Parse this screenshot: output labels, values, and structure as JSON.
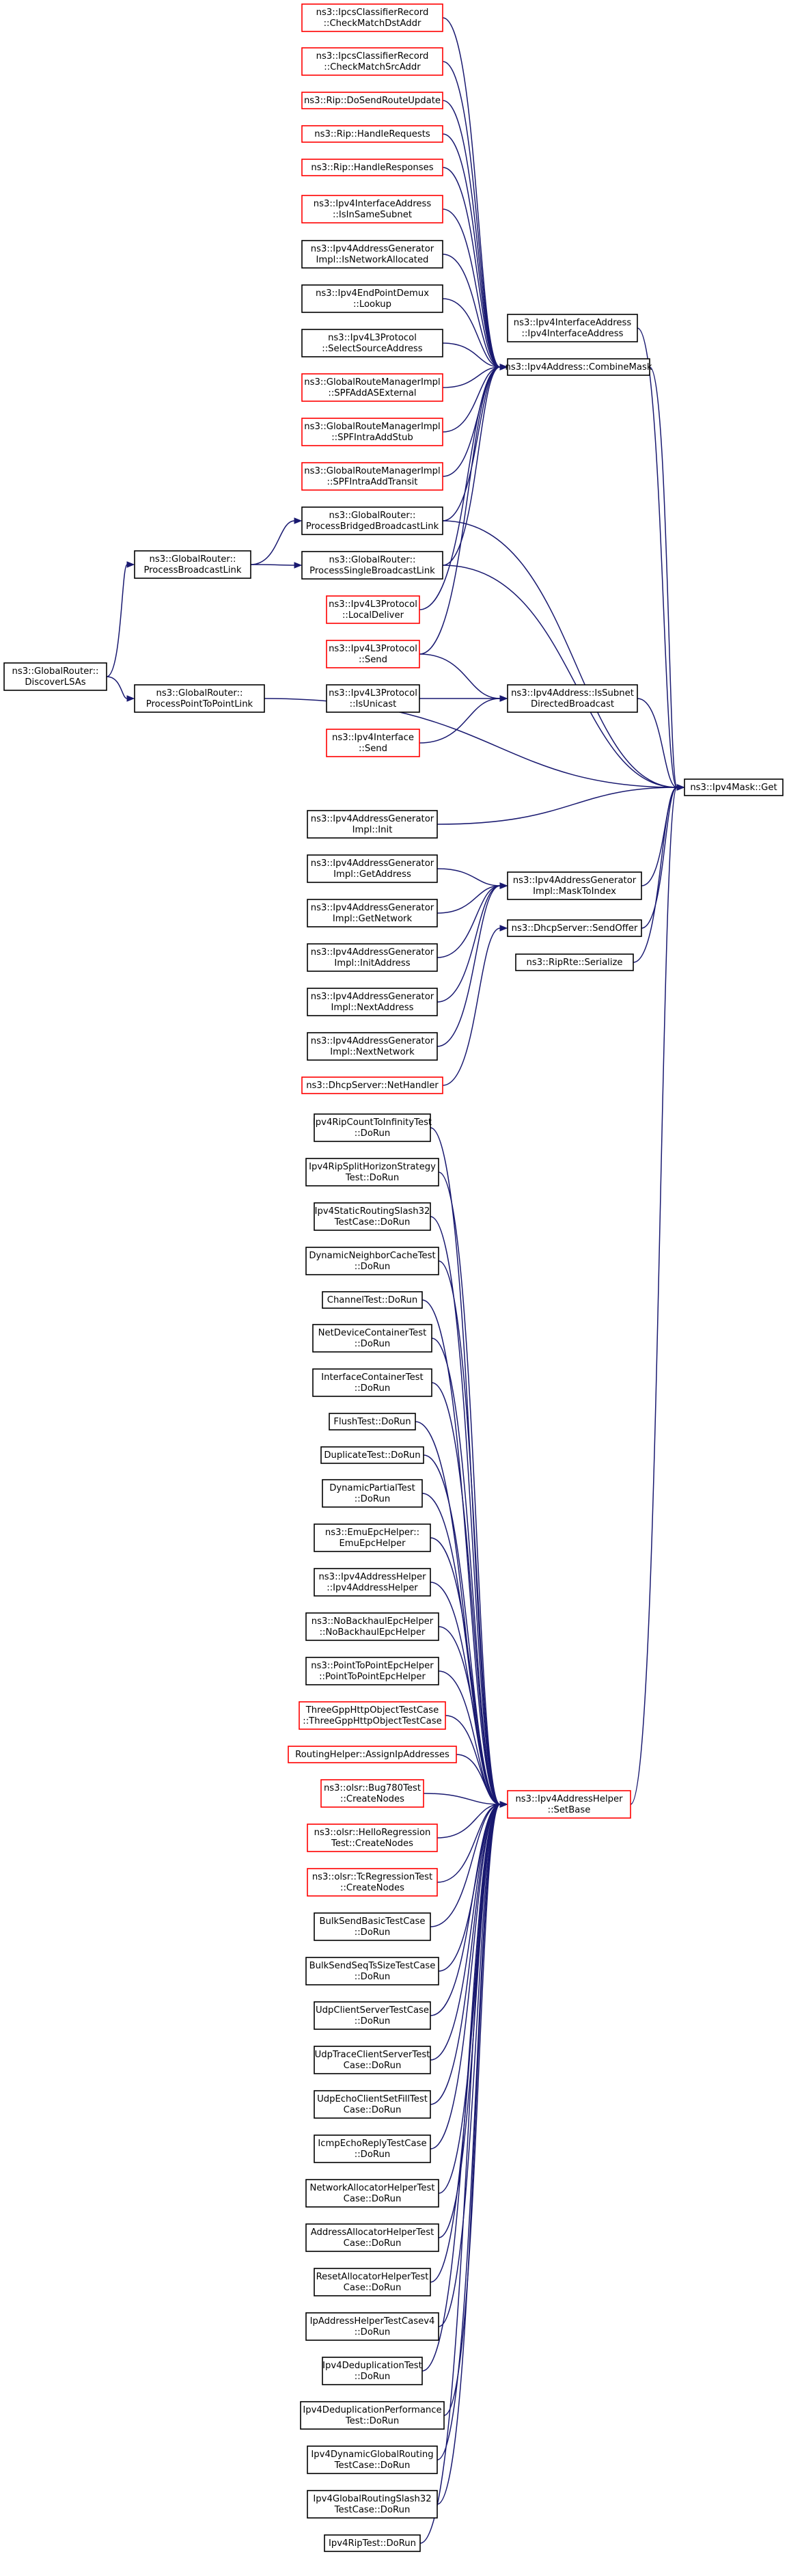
{
  "colors": {
    "edge": "#191970",
    "border_documented": "#000000",
    "border_undocumented": "#ff0000",
    "focus_fill": "#bfbfbf",
    "background": "#ffffff"
  },
  "nodes": [
    {
      "id": "n0",
      "lines": [
        "ns3::Ipv4Mask::Get"
      ],
      "style": "focus"
    },
    {
      "id": "n1",
      "lines": [
        "ns3::Ipv4InterfaceAddress",
        "::Ipv4InterfaceAddress"
      ],
      "style": "black"
    },
    {
      "id": "n2",
      "lines": [
        "ns3::Ipv4Address::CombineMask"
      ],
      "style": "black"
    },
    {
      "id": "n3",
      "lines": [
        "ns3::IpcsClassifierRecord",
        "::CheckMatchDstAddr"
      ],
      "style": "red"
    },
    {
      "id": "n4",
      "lines": [
        "ns3::IpcsClassifierRecord",
        "::CheckMatchSrcAddr"
      ],
      "style": "red"
    },
    {
      "id": "n5",
      "lines": [
        "ns3::Rip::DoSendRouteUpdate"
      ],
      "style": "red"
    },
    {
      "id": "n6",
      "lines": [
        "ns3::Rip::HandleRequests"
      ],
      "style": "red"
    },
    {
      "id": "n7",
      "lines": [
        "ns3::Rip::HandleResponses"
      ],
      "style": "red"
    },
    {
      "id": "n8",
      "lines": [
        "ns3::Ipv4InterfaceAddress",
        "::IsInSameSubnet"
      ],
      "style": "red"
    },
    {
      "id": "n9",
      "lines": [
        "ns3::Ipv4AddressGenerator",
        "Impl::IsNetworkAllocated"
      ],
      "style": "black"
    },
    {
      "id": "n10",
      "lines": [
        "ns3::Ipv4EndPointDemux",
        "::Lookup"
      ],
      "style": "black"
    },
    {
      "id": "n11",
      "lines": [
        "ns3::Ipv4L3Protocol",
        "::SelectSourceAddress"
      ],
      "style": "black"
    },
    {
      "id": "n12",
      "lines": [
        "ns3::GlobalRouteManagerImpl",
        "::SPFAddASExternal"
      ],
      "style": "red"
    },
    {
      "id": "n13",
      "lines": [
        "ns3::GlobalRouteManagerImpl",
        "::SPFIntraAddStub"
      ],
      "style": "red"
    },
    {
      "id": "n14",
      "lines": [
        "ns3::GlobalRouteManagerImpl",
        "::SPFIntraAddTransit"
      ],
      "style": "red"
    },
    {
      "id": "n15",
      "lines": [
        "ns3::GlobalRouter::",
        "ProcessBridgedBroadcastLink"
      ],
      "style": "black"
    },
    {
      "id": "n16",
      "lines": [
        "ns3::GlobalRouter::",
        "ProcessBroadcastLink"
      ],
      "style": "black"
    },
    {
      "id": "n17",
      "lines": [
        "ns3::GlobalRouter::",
        "DiscoverLSAs"
      ],
      "style": "black"
    },
    {
      "id": "n18",
      "lines": [
        "ns3::GlobalRouter::",
        "ProcessSingleBroadcastLink"
      ],
      "style": "black"
    },
    {
      "id": "n19",
      "lines": [
        "ns3::Ipv4L3Protocol",
        "::LocalDeliver"
      ],
      "style": "red"
    },
    {
      "id": "n20",
      "lines": [
        "ns3::Ipv4L3Protocol",
        "::Send"
      ],
      "style": "red"
    },
    {
      "id": "n21",
      "lines": [
        "ns3::Ipv4Address::IsSubnet",
        "DirectedBroadcast"
      ],
      "style": "black"
    },
    {
      "id": "n22",
      "lines": [
        "ns3::Ipv4L3Protocol",
        "::IsUnicast"
      ],
      "style": "black"
    },
    {
      "id": "n23",
      "lines": [
        "ns3::Ipv4Interface",
        "::Send"
      ],
      "style": "red"
    },
    {
      "id": "n24",
      "lines": [
        "ns3::GlobalRouter::",
        "ProcessPointToPointLink"
      ],
      "style": "black"
    },
    {
      "id": "n25",
      "lines": [
        "ns3::Ipv4AddressGenerator",
        "Impl::MaskToIndex"
      ],
      "style": "black"
    },
    {
      "id": "n26",
      "lines": [
        "ns3::Ipv4AddressGenerator",
        "Impl::Init"
      ],
      "style": "black"
    },
    {
      "id": "n27",
      "lines": [
        "ns3::Ipv4AddressGenerator",
        "Impl::GetAddress"
      ],
      "style": "black"
    },
    {
      "id": "n28",
      "lines": [
        "ns3::Ipv4AddressGenerator",
        "Impl::GetNetwork"
      ],
      "style": "black"
    },
    {
      "id": "n29",
      "lines": [
        "ns3::Ipv4AddressGenerator",
        "Impl::InitAddress"
      ],
      "style": "black"
    },
    {
      "id": "n30",
      "lines": [
        "ns3::Ipv4AddressGenerator",
        "Impl::NextAddress"
      ],
      "style": "black"
    },
    {
      "id": "n31",
      "lines": [
        "ns3::Ipv4AddressGenerator",
        "Impl::NextNetwork"
      ],
      "style": "black"
    },
    {
      "id": "n32",
      "lines": [
        "ns3::DhcpServer::SendOffer"
      ],
      "style": "black"
    },
    {
      "id": "n33",
      "lines": [
        "ns3::DhcpServer::NetHandler"
      ],
      "style": "red"
    },
    {
      "id": "n34",
      "lines": [
        "ns3::RipRte::Serialize"
      ],
      "style": "black"
    },
    {
      "id": "n35",
      "lines": [
        "ns3::Ipv4AddressHelper",
        "::SetBase"
      ],
      "style": "red"
    },
    {
      "id": "n36",
      "lines": [
        "Ipv4RipCountToInfinityTest",
        "::DoRun"
      ],
      "style": "black"
    },
    {
      "id": "n37",
      "lines": [
        "Ipv4RipSplitHorizonStrategy",
        "Test::DoRun"
      ],
      "style": "black"
    },
    {
      "id": "n38",
      "lines": [
        "Ipv4StaticRoutingSlash32",
        "TestCase::DoRun"
      ],
      "style": "black"
    },
    {
      "id": "n39",
      "lines": [
        "DynamicNeighborCacheTest",
        "::DoRun"
      ],
      "style": "black"
    },
    {
      "id": "n40",
      "lines": [
        "ChannelTest::DoRun"
      ],
      "style": "black"
    },
    {
      "id": "n41",
      "lines": [
        "NetDeviceContainerTest",
        "::DoRun"
      ],
      "style": "black"
    },
    {
      "id": "n42",
      "lines": [
        "InterfaceContainerTest",
        "::DoRun"
      ],
      "style": "black"
    },
    {
      "id": "n43",
      "lines": [
        "FlushTest::DoRun"
      ],
      "style": "black"
    },
    {
      "id": "n44",
      "lines": [
        "DuplicateTest::DoRun"
      ],
      "style": "black"
    },
    {
      "id": "n45",
      "lines": [
        "DynamicPartialTest",
        "::DoRun"
      ],
      "style": "black"
    },
    {
      "id": "n46",
      "lines": [
        "ns3::EmuEpcHelper::",
        "EmuEpcHelper"
      ],
      "style": "black"
    },
    {
      "id": "n47",
      "lines": [
        "ns3::Ipv4AddressHelper",
        "::Ipv4AddressHelper"
      ],
      "style": "black"
    },
    {
      "id": "n48",
      "lines": [
        "ns3::NoBackhaulEpcHelper",
        "::NoBackhaulEpcHelper"
      ],
      "style": "black"
    },
    {
      "id": "n49",
      "lines": [
        "ns3::PointToPointEpcHelper",
        "::PointToPointEpcHelper"
      ],
      "style": "black"
    },
    {
      "id": "n50",
      "lines": [
        "ThreeGppHttpObjectTestCase",
        "::ThreeGppHttpObjectTestCase"
      ],
      "style": "red"
    },
    {
      "id": "n51",
      "lines": [
        "RoutingHelper::AssignIpAddresses"
      ],
      "style": "red"
    },
    {
      "id": "n52",
      "lines": [
        "ns3::olsr::Bug780Test",
        "::CreateNodes"
      ],
      "style": "red"
    },
    {
      "id": "n53",
      "lines": [
        "ns3::olsr::HelloRegression",
        "Test::CreateNodes"
      ],
      "style": "red"
    },
    {
      "id": "n54",
      "lines": [
        "ns3::olsr::TcRegressionTest",
        "::CreateNodes"
      ],
      "style": "red"
    },
    {
      "id": "n55",
      "lines": [
        "BulkSendBasicTestCase",
        "::DoRun"
      ],
      "style": "black"
    },
    {
      "id": "n56",
      "lines": [
        "BulkSendSeqTsSizeTestCase",
        "::DoRun"
      ],
      "style": "black"
    },
    {
      "id": "n57",
      "lines": [
        "UdpClientServerTestCase",
        "::DoRun"
      ],
      "style": "black"
    },
    {
      "id": "n58",
      "lines": [
        "UdpTraceClientServerTest",
        "Case::DoRun"
      ],
      "style": "black"
    },
    {
      "id": "n59",
      "lines": [
        "UdpEchoClientSetFillTest",
        "Case::DoRun"
      ],
      "style": "black"
    },
    {
      "id": "n60",
      "lines": [
        "IcmpEchoReplyTestCase",
        "::DoRun"
      ],
      "style": "black"
    },
    {
      "id": "n61",
      "lines": [
        "NetworkAllocatorHelperTest",
        "Case::DoRun"
      ],
      "style": "black"
    },
    {
      "id": "n62",
      "lines": [
        "AddressAllocatorHelperTest",
        "Case::DoRun"
      ],
      "style": "black"
    },
    {
      "id": "n63",
      "lines": [
        "ResetAllocatorHelperTest",
        "Case::DoRun"
      ],
      "style": "black"
    },
    {
      "id": "n64",
      "lines": [
        "IpAddressHelperTestCasev4",
        "::DoRun"
      ],
      "style": "black"
    },
    {
      "id": "n65",
      "lines": [
        "Ipv4DeduplicationTest",
        "::DoRun"
      ],
      "style": "black"
    },
    {
      "id": "n66",
      "lines": [
        "Ipv4DeduplicationPerformance",
        "Test::DoRun"
      ],
      "style": "black"
    },
    {
      "id": "n67",
      "lines": [
        "Ipv4DynamicGlobalRouting",
        "TestCase::DoRun"
      ],
      "style": "black"
    },
    {
      "id": "n68",
      "lines": [
        "Ipv4GlobalRoutingSlash32",
        "TestCase::DoRun"
      ],
      "style": "black"
    },
    {
      "id": "n69",
      "lines": [
        "Ipv4RipTest::DoRun"
      ],
      "style": "black"
    }
  ],
  "edges": [
    [
      "n1",
      "n0"
    ],
    [
      "n2",
      "n0"
    ],
    [
      "n15",
      "n0"
    ],
    [
      "n18",
      "n0"
    ],
    [
      "n21",
      "n0"
    ],
    [
      "n24",
      "n0"
    ],
    [
      "n26",
      "n0"
    ],
    [
      "n25",
      "n0"
    ],
    [
      "n32",
      "n0"
    ],
    [
      "n34",
      "n0"
    ],
    [
      "n35",
      "n0"
    ],
    [
      "n3",
      "n2"
    ],
    [
      "n4",
      "n2"
    ],
    [
      "n5",
      "n2"
    ],
    [
      "n6",
      "n2"
    ],
    [
      "n7",
      "n2"
    ],
    [
      "n8",
      "n2"
    ],
    [
      "n9",
      "n2"
    ],
    [
      "n10",
      "n2"
    ],
    [
      "n11",
      "n2"
    ],
    [
      "n12",
      "n2"
    ],
    [
      "n13",
      "n2"
    ],
    [
      "n14",
      "n2"
    ],
    [
      "n15",
      "n2"
    ],
    [
      "n18",
      "n2"
    ],
    [
      "n19",
      "n2"
    ],
    [
      "n20",
      "n2"
    ],
    [
      "n16",
      "n15"
    ],
    [
      "n16",
      "n18"
    ],
    [
      "n17",
      "n16"
    ],
    [
      "n17",
      "n24"
    ],
    [
      "n20",
      "n21"
    ],
    [
      "n22",
      "n21"
    ],
    [
      "n23",
      "n21"
    ],
    [
      "n27",
      "n25"
    ],
    [
      "n28",
      "n25"
    ],
    [
      "n29",
      "n25"
    ],
    [
      "n30",
      "n25"
    ],
    [
      "n31",
      "n25"
    ],
    [
      "n33",
      "n32"
    ],
    [
      "n36",
      "n35"
    ],
    [
      "n37",
      "n35"
    ],
    [
      "n38",
      "n35"
    ],
    [
      "n39",
      "n35"
    ],
    [
      "n40",
      "n35"
    ],
    [
      "n41",
      "n35"
    ],
    [
      "n42",
      "n35"
    ],
    [
      "n43",
      "n35"
    ],
    [
      "n44",
      "n35"
    ],
    [
      "n45",
      "n35"
    ],
    [
      "n46",
      "n35"
    ],
    [
      "n47",
      "n35"
    ],
    [
      "n48",
      "n35"
    ],
    [
      "n49",
      "n35"
    ],
    [
      "n50",
      "n35"
    ],
    [
      "n51",
      "n35"
    ],
    [
      "n52",
      "n35"
    ],
    [
      "n53",
      "n35"
    ],
    [
      "n54",
      "n35"
    ],
    [
      "n55",
      "n35"
    ],
    [
      "n56",
      "n35"
    ],
    [
      "n57",
      "n35"
    ],
    [
      "n58",
      "n35"
    ],
    [
      "n59",
      "n35"
    ],
    [
      "n60",
      "n35"
    ],
    [
      "n61",
      "n35"
    ],
    [
      "n62",
      "n35"
    ],
    [
      "n63",
      "n35"
    ],
    [
      "n64",
      "n35"
    ],
    [
      "n65",
      "n35"
    ],
    [
      "n66",
      "n35"
    ],
    [
      "n67",
      "n35"
    ],
    [
      "n68",
      "n35"
    ],
    [
      "n69",
      "n35"
    ]
  ]
}
